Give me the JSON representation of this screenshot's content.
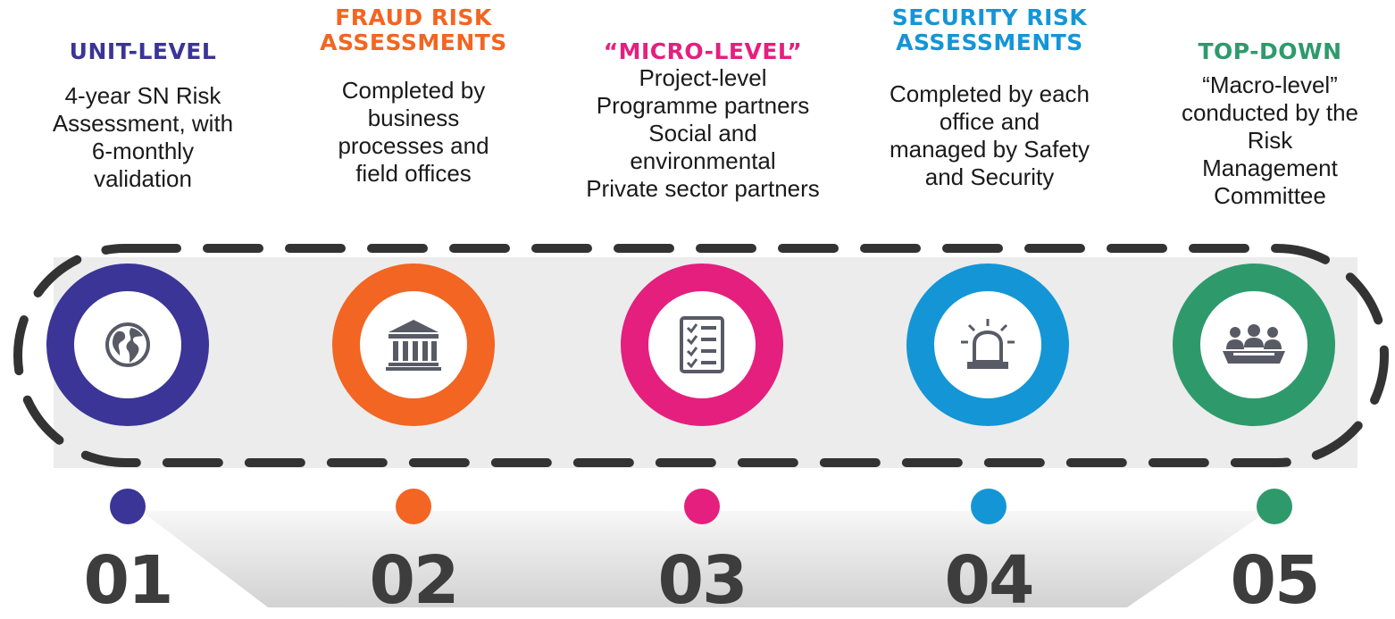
{
  "colors": {
    "step1": "#3a3596",
    "step2": "#f26522",
    "step3": "#e51f7e",
    "step4": "#1496d6",
    "step5": "#2e9a6c",
    "track": "#ececec",
    "dash": "#333333",
    "icon": "#585b66",
    "number": "#3d3d3d"
  },
  "steps": [
    {
      "number": "01",
      "title_lines": [
        "UNIT-LEVEL"
      ],
      "desc_lines": [
        "4-year SN Risk",
        "Assessment, with",
        "6-monthly",
        "validation"
      ],
      "icon": "globe-icon"
    },
    {
      "number": "02",
      "title_lines": [
        "FRAUD RISK",
        "ASSESSMENTS"
      ],
      "desc_lines": [
        "Completed by",
        "business",
        "processes and",
        "field offices"
      ],
      "icon": "bank-building-icon"
    },
    {
      "number": "03",
      "title_lines": [
        "“MICRO-LEVEL”"
      ],
      "desc_lines": [
        "Project-level",
        "Programme partners",
        "Social and",
        "environmental",
        "Private sector partners"
      ],
      "icon": "checklist-icon"
    },
    {
      "number": "04",
      "title_lines": [
        "SECURITY RISK",
        "ASSESSMENTS"
      ],
      "desc_lines": [
        "Completed by each",
        "office and",
        "managed by Safety",
        "and Security"
      ],
      "icon": "alarm-siren-icon"
    },
    {
      "number": "05",
      "title_lines": [
        "TOP-DOWN"
      ],
      "desc_lines": [
        "“Macro-level”",
        "conducted by the",
        "Risk",
        "Management",
        "Committee"
      ],
      "icon": "meeting-group-icon"
    }
  ]
}
